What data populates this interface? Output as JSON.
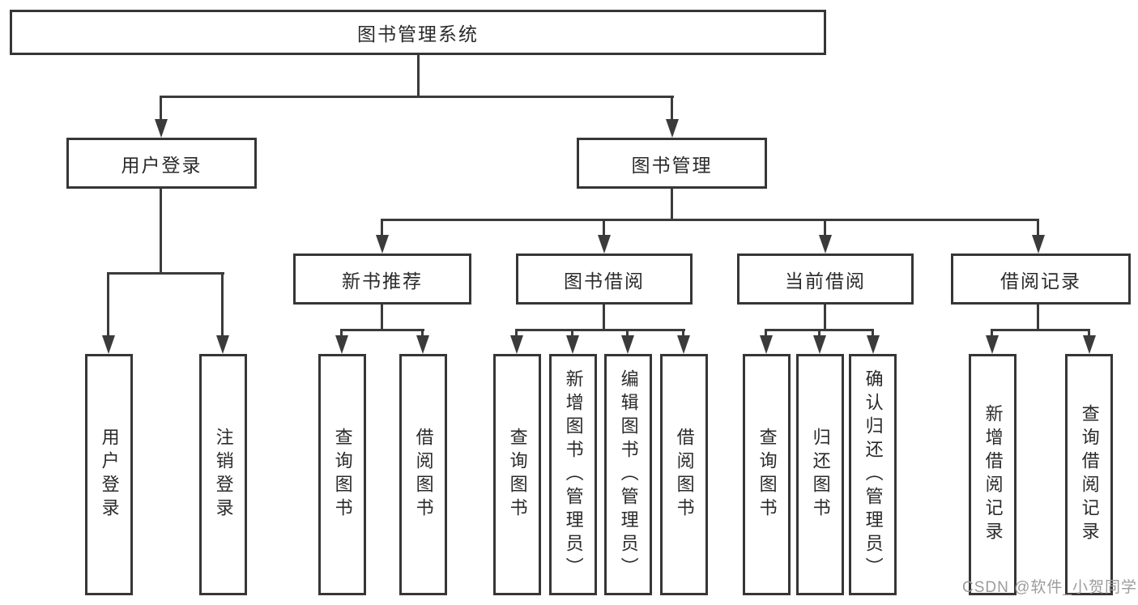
{
  "diagram": {
    "title": "图书管理系统",
    "root": {
      "label": "图书管理系统"
    },
    "branches": [
      {
        "label": "用户登录",
        "children": [
          {
            "label": "用户登录"
          },
          {
            "label": "注销登录"
          }
        ]
      },
      {
        "label": "图书管理",
        "children": [
          {
            "label": "新书推荐",
            "children": [
              {
                "label": "查询图书"
              },
              {
                "label": "借阅图书"
              }
            ]
          },
          {
            "label": "图书借阅",
            "children": [
              {
                "label": "查询图书"
              },
              {
                "label": "新增图书（管理员）"
              },
              {
                "label": "编辑图书（管理员）"
              },
              {
                "label": "借阅图书"
              }
            ]
          },
          {
            "label": "当前借阅",
            "children": [
              {
                "label": "查询图书"
              },
              {
                "label": "归还图书"
              },
              {
                "label": "确认归还（管理员）"
              }
            ]
          },
          {
            "label": "借阅记录",
            "children": [
              {
                "label": "新增借阅记录"
              },
              {
                "label": "查询借阅记录"
              }
            ]
          }
        ]
      }
    ]
  },
  "colors": {
    "line": "#3b3b3b",
    "box_border": "#363636",
    "text": "#2a2a2a",
    "watermark": "#9c9c9c"
  },
  "watermark": {
    "text": "CSDN @软件_小贺同学",
    "color": "#9c9c9c"
  }
}
